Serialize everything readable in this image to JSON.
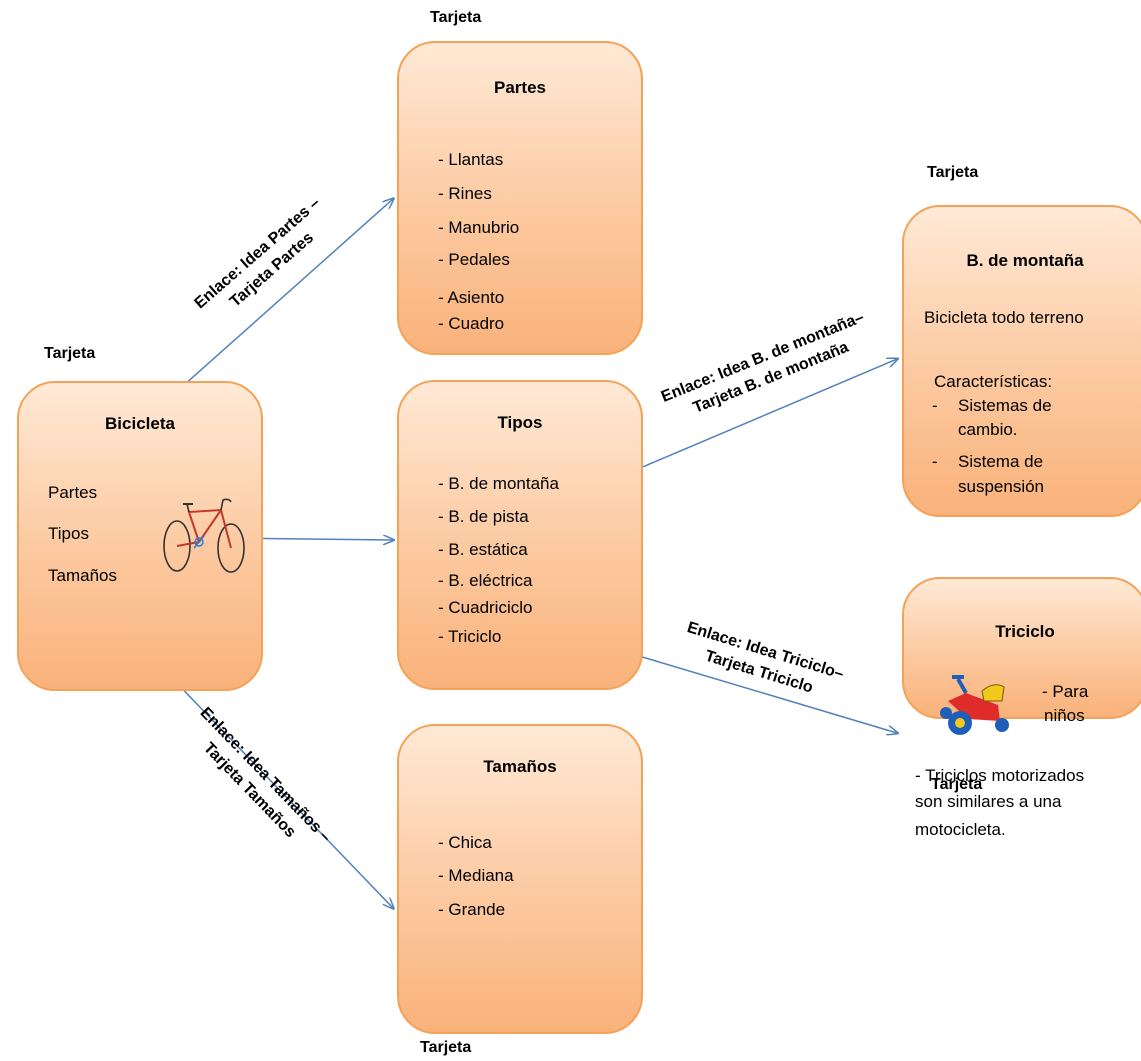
{
  "tag_label": "Tarjeta",
  "cards": {
    "bicicleta": {
      "title": "Bicicleta",
      "items": [
        "Partes",
        "Tipos",
        "Tamaños"
      ]
    },
    "partes": {
      "title": "Partes",
      "items": [
        "- Llantas",
        "- Rines",
        "- Manubrio",
        "- Pedales",
        "- Asiento",
        "- Cuadro"
      ]
    },
    "tipos": {
      "title": "Tipos",
      "items": [
        "- B. de montaña",
        "- B. de pista",
        "- B.  estática",
        "- B. eléctrica",
        "- Cuadriciclo",
        "- Triciclo"
      ]
    },
    "tamanos": {
      "title": "Tamaños",
      "items": [
        "- Chica",
        "- Mediana",
        "- Grande"
      ]
    },
    "montana": {
      "title": "B. de montaña",
      "description": "Bicicleta todo terreno",
      "features_heading": "Características:",
      "features": [
        "Sistemas de",
        "cambio.",
        "Sistema de",
        "suspensión"
      ],
      "bullet": "-"
    },
    "triciclo": {
      "title": "Triciclo",
      "note_line1": "- Para",
      "note_line2": "niños",
      "desc_lines": [
        "- Triciclos motorizados",
        "son similares a una",
        "motocicleta."
      ]
    }
  },
  "links": {
    "partes": [
      "Enlace: Idea Partes –",
      "Tarjeta Partes"
    ],
    "montana": [
      "Enlace: Idea B. de montaña–",
      "Tarjeta B. de montaña"
    ],
    "triciclo": [
      "Enlace: Idea Triciclo–",
      "Tarjeta Triciclo"
    ],
    "tamanos": [
      "Enlace: Idea Tamaños –",
      "Tarjeta Tamaños"
    ]
  },
  "colors": {
    "arrow": "#4f81bd",
    "card_border": "#f4a257",
    "card_fill": "#fcc9a0"
  },
  "icons": {
    "bicicleta_image": "bicycle-icon",
    "triciclo_image": "tricycle-icon"
  }
}
